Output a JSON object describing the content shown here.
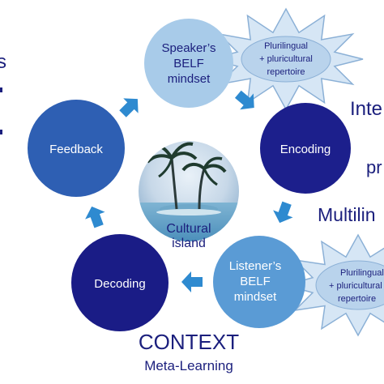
{
  "nodes": {
    "speaker": {
      "line1": "Speaker’s",
      "line2": "BELF",
      "line3": "mindset"
    },
    "encoding": {
      "label": "Encoding"
    },
    "listener": {
      "line1": "Listener’s",
      "line2": "BELF",
      "line3": "mindset"
    },
    "decoding": {
      "label": "Decoding"
    },
    "feedback": {
      "label": "Feedback"
    },
    "cultural_island": {
      "line1": "Cultural",
      "line2": "island"
    }
  },
  "repertoire_top": {
    "line1": "Plurilingual",
    "line2": "+ pluricultural",
    "line3": "repertoire"
  },
  "repertoire_bottom": {
    "line1": "Plurilingual",
    "line2": "+ pluricultural",
    "line3": "repertoire"
  },
  "side_text": {
    "inter": "Inte",
    "pr": "pr",
    "multilin": "Multilin",
    "left_s": "s"
  },
  "context": {
    "title": "CONTEXT",
    "subtitle": "Meta-Learning"
  },
  "colors": {
    "speaker_fill": "#a8cbe9",
    "encoding_fill": "#1c1f8c",
    "listener_fill": "#5a9bd5",
    "decoding_fill": "#1a1c86",
    "feedback_fill": "#2e5fb3",
    "arrow_fill": "#2e8ad0",
    "sun_fill": "#d6e6f5",
    "sun_stroke": "#8bb0d6",
    "oval_fill": "#b9d3ec",
    "text_dark": "#1b1f7d"
  },
  "icons": {
    "flow_arrow": "block-arrow",
    "island": "palm-island-photo",
    "sun": "sunburst"
  }
}
